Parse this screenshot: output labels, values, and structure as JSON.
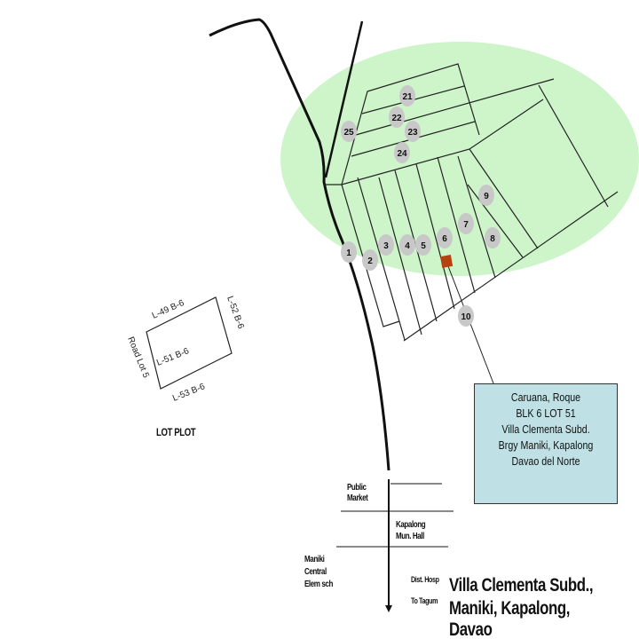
{
  "lots": [
    {
      "n": "1"
    },
    {
      "n": "2"
    },
    {
      "n": "3"
    },
    {
      "n": "4"
    },
    {
      "n": "5"
    },
    {
      "n": "6"
    },
    {
      "n": "7"
    },
    {
      "n": "8"
    },
    {
      "n": "9"
    },
    {
      "n": "10"
    },
    {
      "n": "21"
    },
    {
      "n": "22"
    },
    {
      "n": "23"
    },
    {
      "n": "24"
    },
    {
      "n": "25"
    }
  ],
  "lot_plot": {
    "title": "LOT PLOT",
    "top": "L-49 B-6",
    "right": "L-52 B-6",
    "center": "L-51 B-6",
    "bottom": "L-53 B-6",
    "left": "Road Lot 5"
  },
  "callout": {
    "lines": [
      "Caruana, Roque",
      "BLK 6   LOT 51",
      "Villa Clementa Subd.",
      "Brgy Maniki, Kapalong",
      "Davao del Norte"
    ]
  },
  "landmarks": {
    "public_market": [
      "Public",
      "Market"
    ],
    "mun_hall": [
      "Kapalong",
      "Mun. Hall"
    ],
    "school": [
      "Maniki",
      "Central",
      "Elem sch"
    ],
    "hospital": "Dist. Hosp",
    "to_tagum": "To Tagum"
  },
  "title": {
    "line1": "Villa Clementa Subd.,",
    "line2": "Maniki, Kapalong, Davao"
  },
  "colors": {
    "area": "#cdf5c9",
    "marker": "#b5420f",
    "lot_circle": "#c8c8c8",
    "callout": "#bfe0e4"
  }
}
